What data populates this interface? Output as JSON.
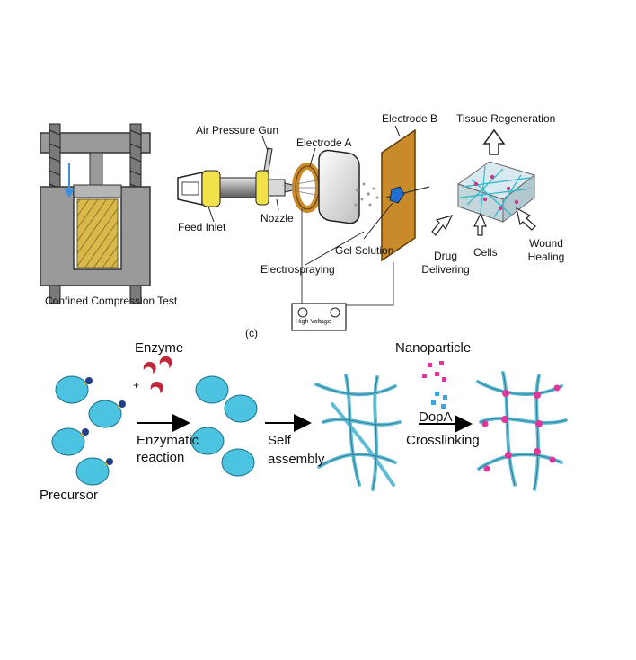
{
  "panels": {
    "compression": {
      "caption": "Confined Compression Test"
    },
    "electrospray": {
      "labels": {
        "air_pressure_gun": "Air Pressure Gun",
        "electrode_a": "Electrode A",
        "electrode_b": "Electrode B",
        "tissue_regeneration": "Tissue Regeneration",
        "feed_inlet": "Feed Inlet",
        "nozzle": "Nozzle",
        "gel_solution": "Gel Solution",
        "electrospraying": "Electrospraying",
        "drug_delivering": "Drug Delivering",
        "cells": "Cells",
        "wound_healing": "Wound Healing",
        "high_voltage": "High Voltage",
        "panel_letter": "(c)"
      }
    },
    "assembly": {
      "labels": {
        "enzyme": "Enzyme",
        "plus": "+",
        "enzymatic_reaction_1": "Enzymatic",
        "enzymatic_reaction_2": "reaction",
        "self_assembly_1": "Self",
        "self_assembly_2": "assembly",
        "precursor": "Precursor",
        "nanoparticle": "Nanoparticle",
        "dopa": "DopA",
        "crosslinking": "Crosslinking"
      }
    }
  },
  "colors": {
    "gray_frame": "#9a9a9a",
    "gold_sample": "#d9b94a",
    "copper_electrode": "#c98a2a",
    "ring": "#c98a2a",
    "nozzle_yellow": "#f2e14a",
    "cell_blue": "#4cc3e0",
    "tag_navy": "#1f3f8a",
    "enzyme_red": "#c0283a",
    "fiber": "#5fbcd6",
    "nanoparticle_pink": "#e0359a",
    "dopa_blue": "#3aa6dd"
  }
}
